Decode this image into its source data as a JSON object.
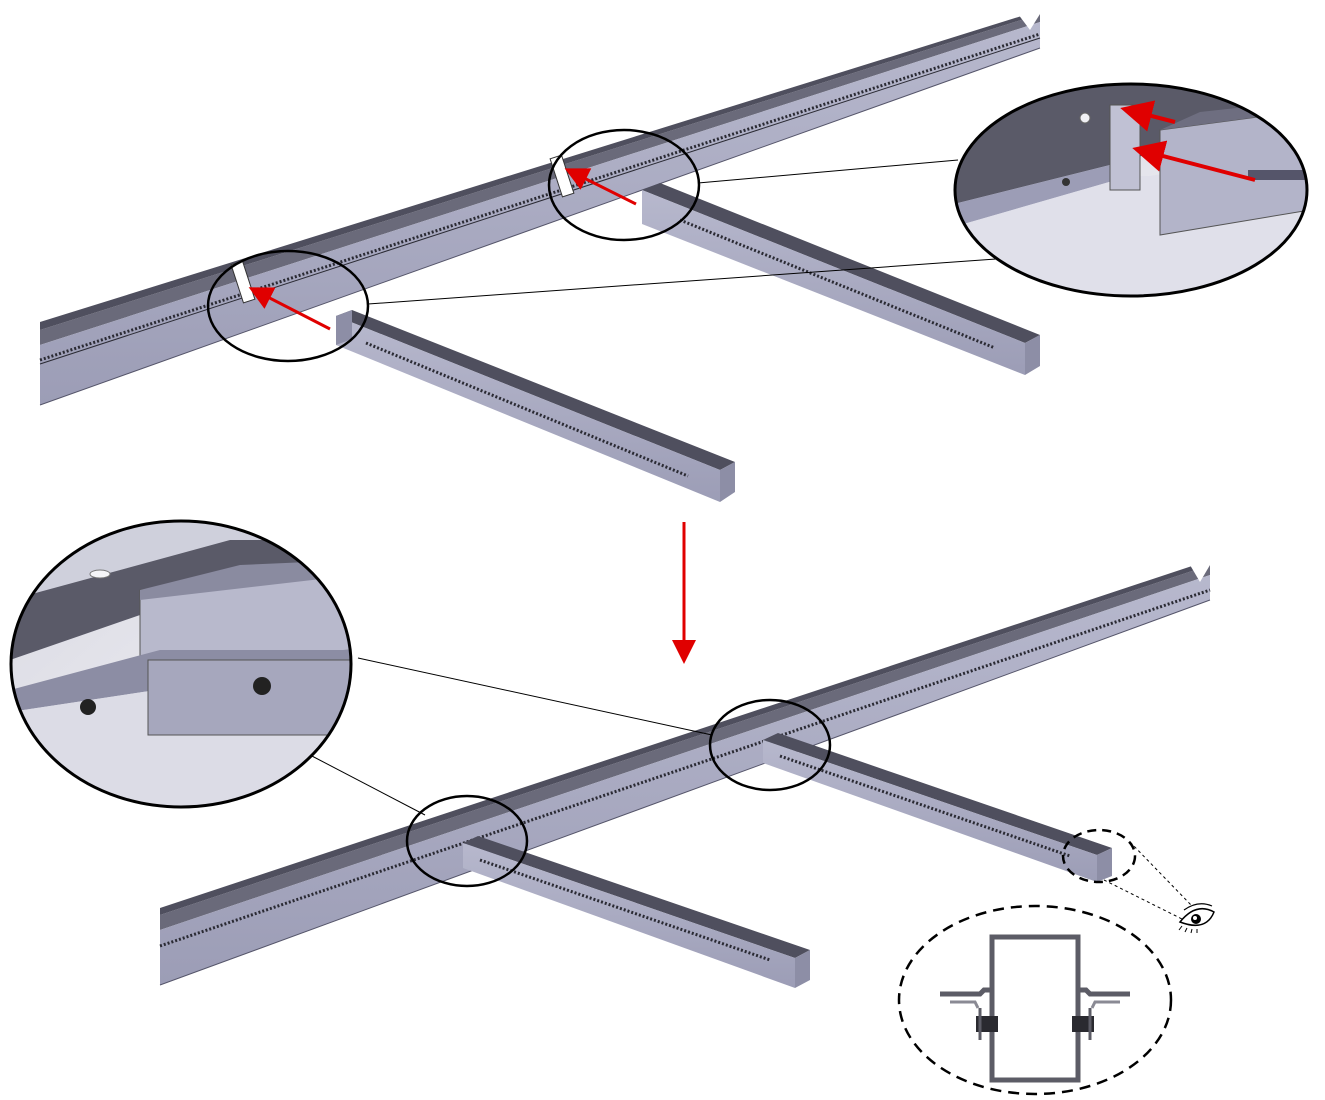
{
  "diagram": {
    "type": "assembly-instruction",
    "steps": [
      {
        "id": "before-assembly",
        "parts": [
          "main-rail",
          "cross-rail",
          "cross-rail"
        ],
        "callouts": [
          "slot-detail-zoom"
        ]
      },
      {
        "id": "after-assembly",
        "parts": [
          "main-rail",
          "cross-rail",
          "cross-rail"
        ],
        "callouts": [
          "joint-detail-zoom",
          "end-section-view"
        ]
      }
    ],
    "icons": [
      "eye-icon"
    ]
  },
  "colors": {
    "rail_top": "#4f4f5e",
    "rail_side": "#a9aac1",
    "rail_edge": "#2a2a33",
    "insertion_arrow": "#e00000",
    "callout_line": "#000000",
    "section_profile": "#5c5c66"
  }
}
